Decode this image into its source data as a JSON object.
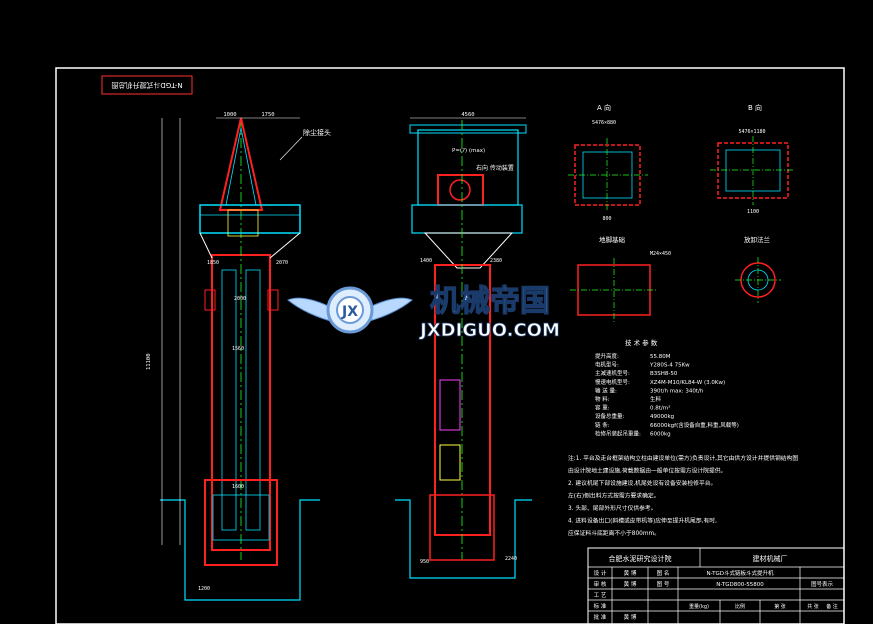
{
  "stamp": "N-TGD斗式提升机总图",
  "views": {
    "a_label": "A 向",
    "b_label": "B 向",
    "a_dim": "5476×880",
    "b_dim": "5476×1180",
    "b_width": "1100",
    "a_bottom": "800",
    "foundation": "地脚基础",
    "discharge": "放卸法兰",
    "foundation_dim": "M24×450"
  },
  "side_view": {
    "top_dims": [
      "1000",
      "1750"
    ],
    "label_dust": "除尘接头",
    "dims": [
      "1850",
      "2070",
      "2000",
      "1600",
      "1200",
      "1560"
    ],
    "height": "11100"
  },
  "front_view": {
    "top_dim": "4560",
    "label_note": "P=(?) (max)",
    "label_drive": "右向\n传动装置",
    "dims": [
      "1400",
      "2380",
      "950",
      "2240"
    ]
  },
  "params": {
    "title": "技 术 参 数",
    "rows": [
      [
        "提升高度:",
        "55.80M"
      ],
      [
        "电机型号:",
        "Y280S-4  75Kw"
      ],
      [
        "主减速机型号:",
        "B3SH8-50"
      ],
      [
        "慢速电机型号:",
        "XZ4M-M10/KL84-W (3.0Kw)"
      ],
      [
        "输 送 量:",
        "390t/h  max: 340t/h"
      ],
      [
        "物 料:",
        "生料"
      ],
      [
        "容 重:",
        "0.8t/m³"
      ],
      [
        "设备总重量:",
        "49000kg"
      ],
      [
        "链 条:",
        "66000kgf(含设备自重,料重,风载等)"
      ],
      [
        "检修吊装起吊重量:",
        "6000kg"
      ]
    ]
  },
  "notes": [
    "注:1. 平台及走台框架结构立柱由建设单位(需方)负责设计,其它由供方设计并提供钢结构图",
    "   由设计院地土建设施,荷载数据由一般单位按需方设计院提供。",
    "   2. 建议机尾下部设施建设,机尾处设有设备安装检修平台。",
    "   左(右)侧出料方式按需方要求确定。",
    "   3. 头部、尾部外形尺寸仅供参考。",
    "   4. 进料设备出口(斜槽或皮带机等)应伸至提升机尾部,有时,",
    "   应保证料斗底距离不小于800mm。"
  ],
  "titleblock": {
    "institute": "合肥水泥研究设计院",
    "factory": "建材机械厂",
    "drawing_name": "N-TGD斗式链板斗式提升机",
    "drawing_no": "N-TGD800-55800",
    "roles": [
      "设 计",
      "审 核",
      "工 艺",
      "标 准",
      "批 准"
    ],
    "sign": "黄 博",
    "col_labels": [
      "图 名",
      "图 号"
    ],
    "bottom_labels": [
      "重量(kg)",
      "比例",
      "第 张",
      "共 张",
      "备 注"
    ],
    "extra": "图号表示"
  },
  "watermark": {
    "cn": "机械帝国",
    "en": "JXDIGUO.COM"
  },
  "colors": {
    "red": "#ff2020",
    "cyan": "#00e0ff",
    "green": "#20ff20",
    "white": "#ffffff",
    "magenta": "#ff40ff",
    "yellow": "#ffff40"
  }
}
